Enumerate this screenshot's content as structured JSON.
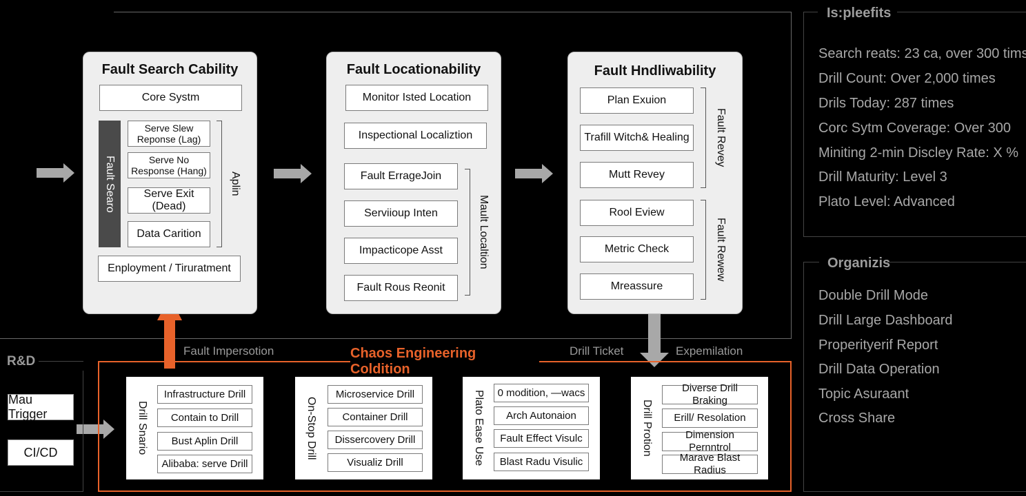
{
  "cards": {
    "search": {
      "title": "Fault Search Cability",
      "top": "Core Systm",
      "side": "Fault Searo",
      "items": [
        "Serve Slew Reponse (Lag)",
        "Serve No Response (Hang)",
        "Serve Exit (Dead)",
        "Data Carition"
      ],
      "bracket": "Aplin",
      "bottom": "Enployment / Tiruratment"
    },
    "location": {
      "title": "Fault Locationability",
      "items": [
        "Monitor Isted Location",
        "Inspectional Localiztion"
      ],
      "group": [
        "Fault ErrageJoin",
        "Serviioup Inten",
        "Impacticope Asst",
        "Fault Rous Reonit"
      ],
      "bracket": "Mault Localtion"
    },
    "handle": {
      "title": "Fault Hndliwability",
      "group1": [
        "Plan Exuion",
        "Trafill Witch& Healing",
        "Mutt Revey"
      ],
      "bracket1": "Fault Revey",
      "group2": [
        "Rool Eview",
        "Metric Check",
        "Mreassure"
      ],
      "bracket2": "Fault Rewew"
    }
  },
  "right_panel": {
    "title1": "Is:pleefits",
    "items1": [
      "Search reats: 23 ca, over 300 tims",
      "Drill Count: Over 2,000 times",
      "Drils Today: 287 times",
      "Corc Sytm Coverage: Over 300",
      "Miniting 2-min Discley Rate: X %",
      "Drill Maturity: Level 3",
      "Plato Level: Advanced"
    ],
    "title2": "Organizis",
    "items2": [
      "Double Drill Mode",
      "Drill Large Dashboard",
      "Properityerif Report",
      "Drill Data Operation",
      "Topic Asuraant",
      "Cross Share"
    ]
  },
  "bottom": {
    "rd_label": "R&D",
    "triggers": [
      "Mau Trigger",
      "CI/CD"
    ],
    "chaos_title": "Chaos Engineering Coldition",
    "edge_left": "Fault Impersotion",
    "edge_drill_ticket": "Drill Ticket",
    "edge_right": "Expemilation",
    "scenarios": [
      {
        "side": "Drill Snario",
        "items": [
          "Infrastructure Drill",
          "Contain to Drill",
          "Bust Aplin Drill",
          "Alibaba: serve Drill"
        ]
      },
      {
        "side": "On-Stop Drill",
        "items": [
          "Microservice Drill",
          "Container Drill",
          "Dissercovery Drill",
          "Visualiz Drill"
        ]
      },
      {
        "side": "Plato Ease Use",
        "items": [
          "0 modition, —wacs",
          "Arch Autonaion",
          "Fault Effect Visulc",
          "Blast Radu Visulic"
        ]
      },
      {
        "side": "Drill Protion",
        "items": [
          "Diverse Drill Braking",
          "Erill/ Resolation",
          "Dimension Pernntrol",
          "Marave Blast Radius"
        ]
      }
    ]
  },
  "colors": {
    "accent_orange": "#e8622a",
    "arrow_gray": "#a8a8a8",
    "card_bg": "#eeeeee"
  }
}
